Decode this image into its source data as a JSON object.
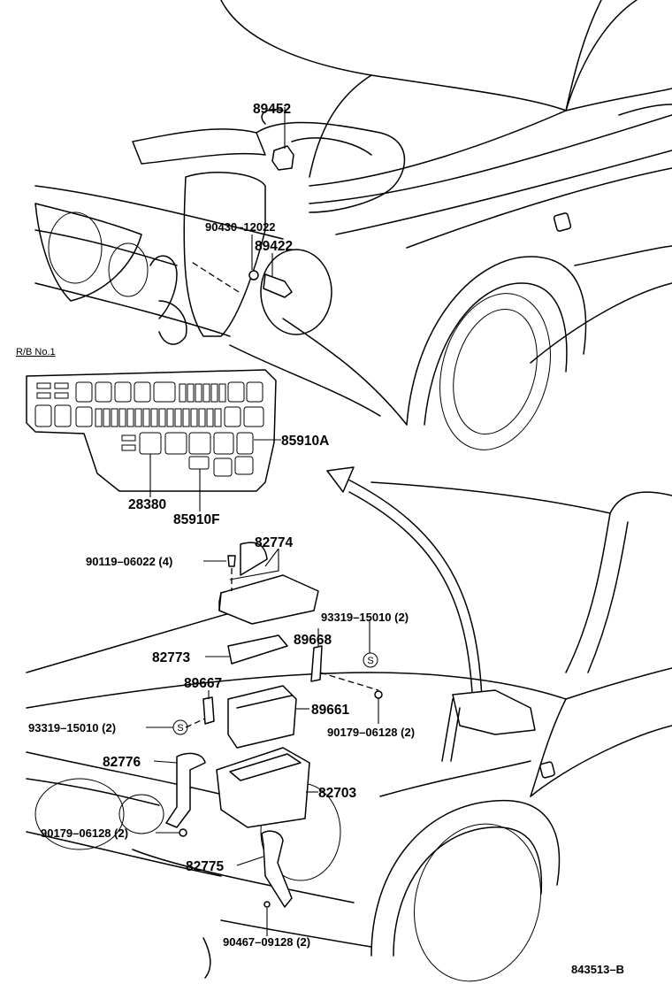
{
  "diagram": {
    "section_label": "R/B No.1",
    "figure_code": "843513–B",
    "parts": {
      "p89452": "89452",
      "p90430": "90430–12022",
      "p89422": "89422",
      "p85910A": "85910A",
      "p28380": "28380",
      "p85910F": "85910F",
      "p82774": "82774",
      "p90119": "90119–06022 (4)",
      "p93319a": "93319–15010 (2)",
      "p89668": "89668",
      "p82773": "82773",
      "p89667": "89667",
      "p89661": "89661",
      "p93319b": "93319–15010 (2)",
      "p90179a": "90179–06128 (2)",
      "p82776": "82776",
      "p82703": "82703",
      "p90179b": "90179–06128 (2)",
      "p82775": "82775",
      "p90467": "90467–09128 (2)"
    },
    "symbol_s": "S"
  }
}
